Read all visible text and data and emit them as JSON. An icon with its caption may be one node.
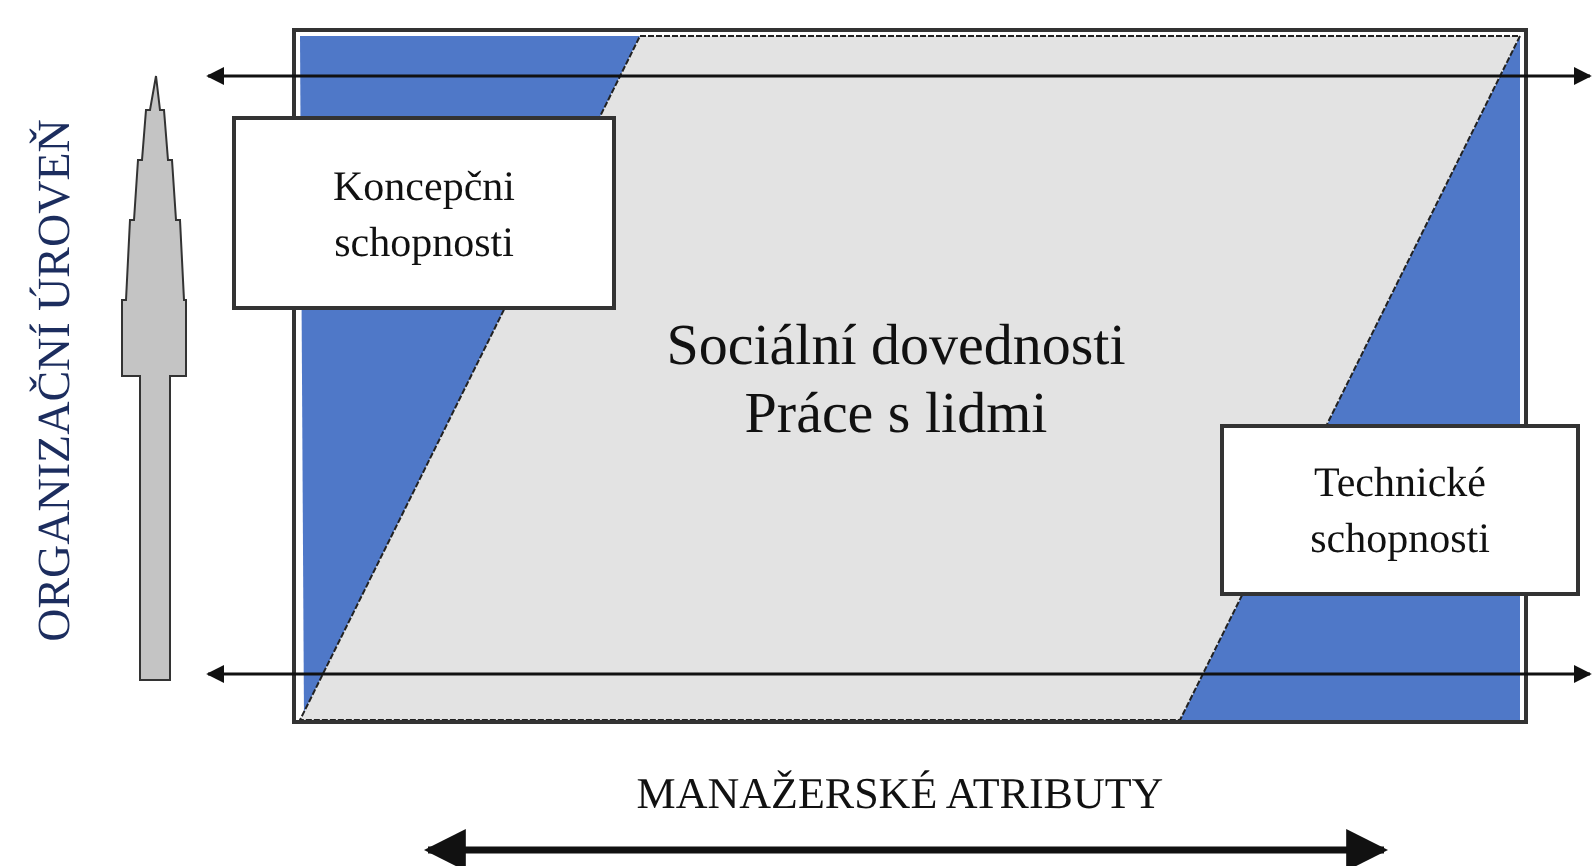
{
  "diagram": {
    "nodes": [
      {
        "text": [
          "Sociální dovednosti",
          "Práce s lidmi"
        ]
      },
      {
        "text": [
          "Koncepčni schopnosti"
        ]
      },
      {
        "text": [
          "Technické schopnosti"
        ]
      }
    ],
    "labels": [
      "ORGANIZAČNÍ ÚROVEŇ",
      "MANAŽERSKÉ ATRIBUTY"
    ]
  }
}
